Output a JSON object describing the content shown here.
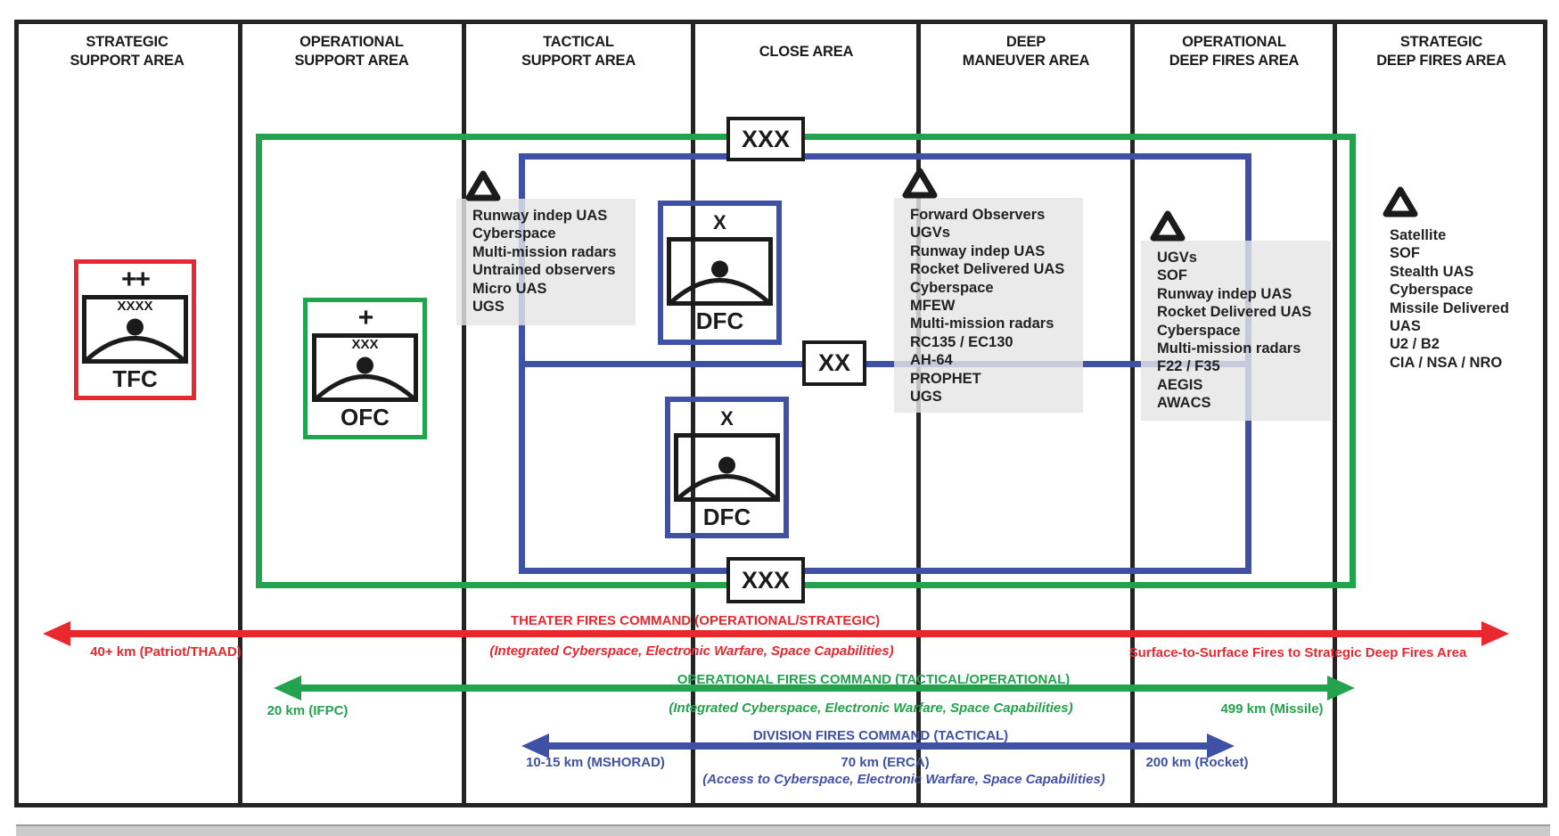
{
  "areas": [
    {
      "label": "STRATEGIC\nSUPPORT AREA"
    },
    {
      "label": "OPERATIONAL\nSUPPORT AREA"
    },
    {
      "label": "TACTICAL\nSUPPORT AREA"
    },
    {
      "label": "CLOSE AREA"
    },
    {
      "label": "DEEP\nMANEUVER AREA"
    },
    {
      "label": "OPERATIONAL\nDEEP FIRES AREA"
    },
    {
      "label": "STRATEGIC\nDEEP FIRES AREA"
    }
  ],
  "units": [
    {
      "id": "tfc",
      "echelon_mark": "++",
      "frame_code": "XXXX",
      "label": "TFC",
      "color": "#e8282e"
    },
    {
      "id": "ofc",
      "echelon_mark": "+",
      "frame_code": "XXX",
      "label": "OFC",
      "color": "#23a34d"
    },
    {
      "id": "dfc-north",
      "echelon_mark": "X",
      "frame_code": "",
      "label": "DFC",
      "color": "#3f51a5"
    },
    {
      "id": "dfc-south",
      "echelon_mark": "X",
      "frame_code": "",
      "label": "DFC",
      "color": "#3f51a5"
    }
  ],
  "boundary_markers": [
    {
      "id": "corps-north",
      "label": "XXX"
    },
    {
      "id": "division-mid",
      "label": "XX"
    },
    {
      "id": "corps-south",
      "label": "XXX"
    }
  ],
  "sensor_groups": [
    {
      "area": "tactical-support",
      "shaded": true,
      "items": [
        "Runway indep UAS",
        "Cyberspace",
        "Multi-mission radars",
        "Untrained observers",
        "Micro UAS",
        "UGS"
      ]
    },
    {
      "area": "deep-maneuver",
      "shaded": true,
      "items": [
        "Forward Observers",
        "UGVs",
        "Runway indep UAS",
        "Rocket Delivered UAS",
        "Cyberspace",
        "MFEW",
        "Multi-mission radars",
        "RC135 / EC130",
        "AH-64",
        "PROPHET",
        "UGS"
      ]
    },
    {
      "area": "operational-deep-fires",
      "shaded": true,
      "items": [
        "UGVs",
        "SOF",
        "Runway indep UAS",
        "Rocket Delivered UAS",
        "Cyberspace",
        "Multi-mission radars",
        "F22 / F35",
        "AEGIS",
        "AWACS"
      ]
    },
    {
      "area": "strategic-deep-fires",
      "shaded": false,
      "items": [
        "Satellite",
        "SOF",
        "Stealth UAS",
        "Cyberspace",
        "Missile Delivered UAS",
        "U2 / B2",
        "CIA / NSA / NRO"
      ]
    }
  ],
  "fires_commands": [
    {
      "id": "theater",
      "color": "#e8282e",
      "title": "THEATER FIRES COMMAND (OPERATIONAL/STRATEGIC)",
      "subtitle": "(Integrated Cyberspace, Electronic Warfare, Space Capabilities)",
      "range_left": "40+ km (Patriot/THAAD)",
      "range_right": "Surface-to-Surface Fires to Strategic Deep Fires Area"
    },
    {
      "id": "operational",
      "color": "#23a34d",
      "title": "OPERATIONAL FIRES COMMAND (TACTICAL/OPERATIONAL)",
      "subtitle": "(Integrated Cyberspace, Electronic Warfare, Space Capabilities)",
      "range_left": "20 km (IFPC)",
      "range_right": "499 km (Missile)"
    },
    {
      "id": "division",
      "color": "#3f51a5",
      "title": "DIVISION FIRES COMMAND (TACTICAL)",
      "subtitle": "(Access to Cyberspace, Electronic Warfare, Space Capabilities)",
      "range_left": "10-15 km (MSHORAD)",
      "range_mid": "70 km (ERCA)",
      "range_right": "200 km (Rocket)"
    }
  ],
  "colors": {
    "red": "#e8282e",
    "green": "#23a34d",
    "blue": "#3f51a5",
    "black": "#242424",
    "shade": "#e9e9e9"
  }
}
